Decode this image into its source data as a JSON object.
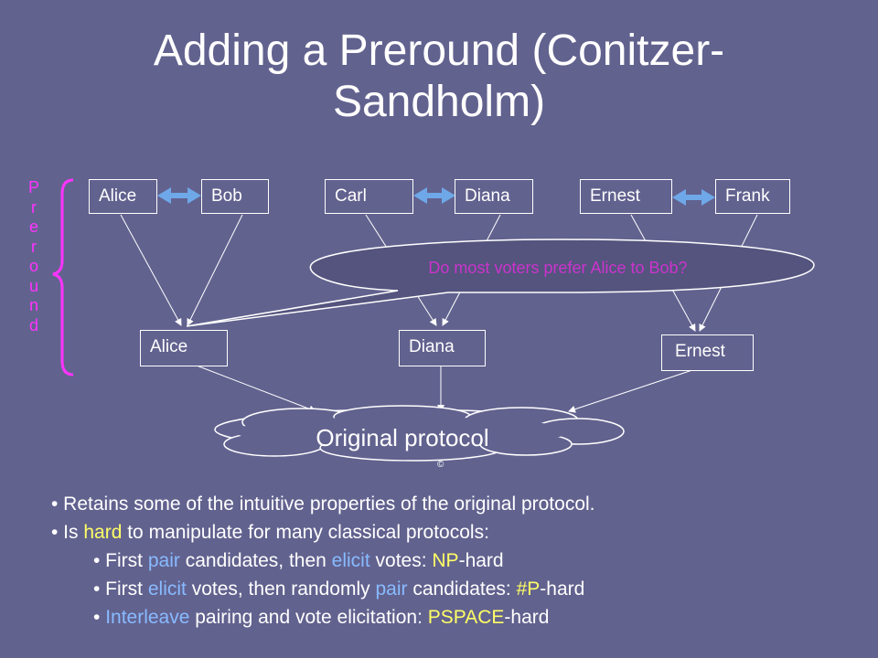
{
  "title": {
    "line1": "Adding a Preround (Conitzer-",
    "line2": "Sandholm)"
  },
  "preround_letters": [
    "P",
    "r",
    "e",
    "r",
    "o",
    "u",
    "n",
    "d"
  ],
  "top_candidates": [
    "Alice",
    "Bob",
    "Carl",
    "Diana",
    "Ernest",
    "Frank"
  ],
  "winners": [
    "Alice",
    "Diana",
    "Ernest"
  ],
  "callout": "Do most voters prefer Alice to Bob?",
  "protocol_label": "Original protocol",
  "small_icon": "©",
  "bullets": {
    "b1": "• Retains some of the intuitive properties of the original protocol.",
    "b2": {
      "pre": "• Is ",
      "hard": "hard",
      "post": " to manipulate for many classical protocols:"
    },
    "s1": {
      "pre": "• First ",
      "pair": "pair",
      "mid": " candidates, then ",
      "elicit": "elicit",
      "mid2": " votes: ",
      "np": "NP",
      "post": "-hard"
    },
    "s2": {
      "pre": "• First ",
      "elicit": "elicit",
      "mid": " votes, then randomly ",
      "pair": "pair",
      "mid2": " candidates: ",
      "p": "#P",
      "post": "-hard"
    },
    "s3": {
      "pre": "• ",
      "interleave": "Interleave",
      "mid": " pairing and vote elicitation: ",
      "pspace": "PSPACE",
      "post": "-hard"
    }
  },
  "colors": {
    "background": "#62628f",
    "callout_fill": "#54547e",
    "arrow_blue": "#6fa8e8",
    "magenta": "#ff33ff",
    "yellow": "#ffff66",
    "light_blue": "#88bbff"
  }
}
